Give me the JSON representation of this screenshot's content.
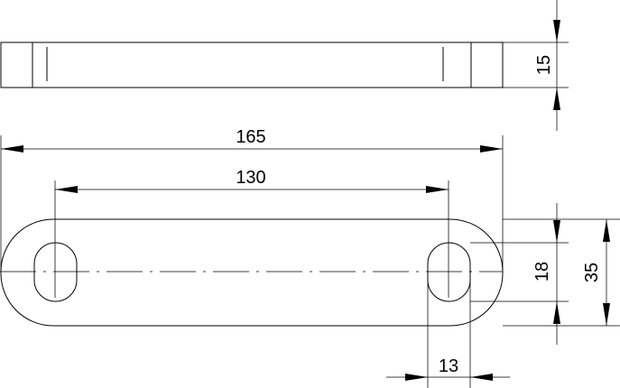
{
  "drawing": {
    "colors": {
      "line": "#000000",
      "background": "#ffffff"
    },
    "dimensions": {
      "thickness": "15",
      "overall_length": "165",
      "hole_spacing": "130",
      "slot_width": "18",
      "overall_width": "35",
      "slot_length": "13"
    }
  }
}
